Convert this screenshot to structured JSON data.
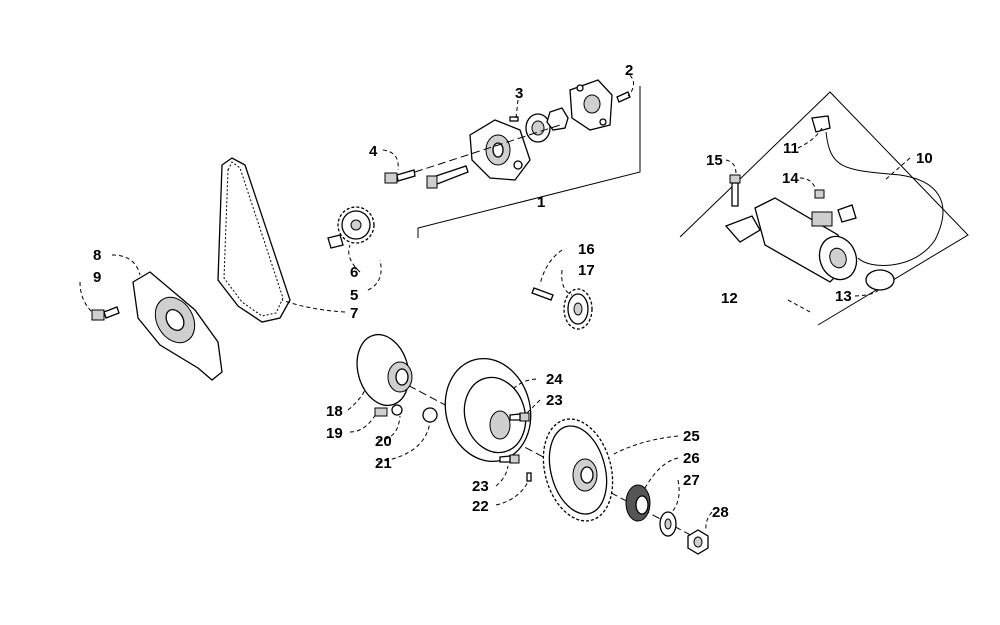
{
  "labels": {
    "p1": "1",
    "p2": "2",
    "p3": "3",
    "p4": "4",
    "p5": "5",
    "p6": "6",
    "p7": "7",
    "p8": "8",
    "p9": "9",
    "p10": "10",
    "p11": "11",
    "p12": "12",
    "p13": "13",
    "p14": "14",
    "p15": "15",
    "p16": "16",
    "p17": "17",
    "p18": "18",
    "p19": "19",
    "p20": "20",
    "p21": "21",
    "p22": "22",
    "p23a": "23",
    "p23b": "23",
    "p24": "24",
    "p25": "25",
    "p26": "26",
    "p27": "27",
    "p28": "28"
  }
}
